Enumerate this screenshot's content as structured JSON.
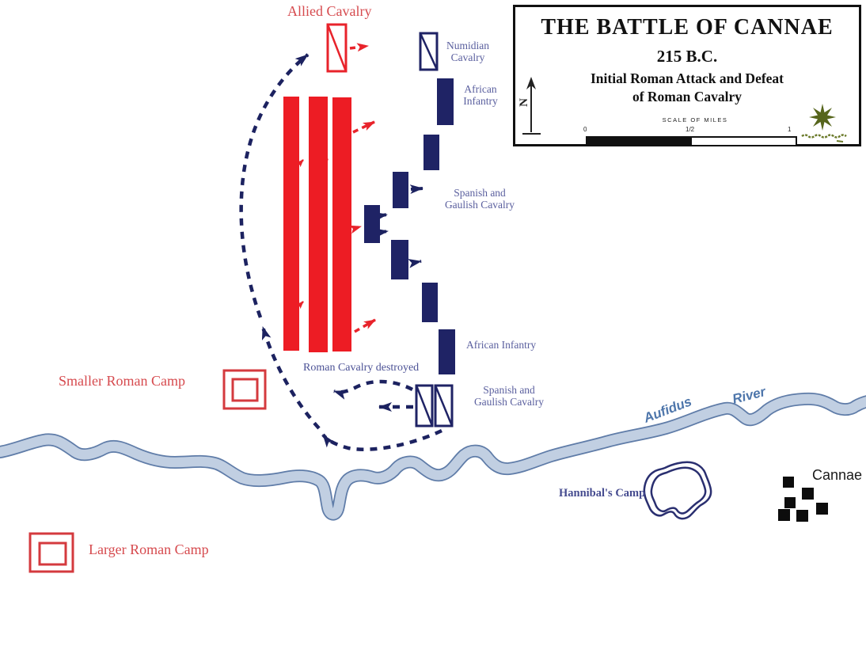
{
  "title_box": {
    "title": "THE BATTLE OF CANNAE",
    "date": "215 B.C.",
    "subtitle_line1": "Initial Roman Attack and Defeat",
    "subtitle_line2": "of Roman Cavalry",
    "north_label": "N",
    "scale_label": "SCALE OF MILES",
    "scale_tick_0": "0",
    "scale_tick_half": "1/2",
    "scale_tick_1": "1"
  },
  "map_labels": {
    "allied_cavalry": "Allied Cavalry",
    "numidian_cavalry_1": "Numidian",
    "numidian_cavalry_2": "Cavalry",
    "african_infantry_upper_1": "African",
    "african_infantry_upper_2": "Infantry",
    "spanish_gaulish_upper_1": "Spanish and",
    "spanish_gaulish_upper_2": "Gaulish Cavalry",
    "african_infantry_lower": "African Infantry",
    "roman_cavalry_destroyed": "Roman Cavalry destroyed",
    "spanish_gaulish_lower_1": "Spanish and",
    "spanish_gaulish_lower_2": "Gaulish Cavalry",
    "smaller_roman_camp": "Smaller Roman Camp",
    "larger_roman_camp": "Larger Roman Camp",
    "hannibals_camp": "Hannibal's Camp",
    "cannae": "Cannae",
    "river_name": "Aufidus",
    "river_word": "River"
  },
  "colors": {
    "roman_unit_red": "#ed1c24",
    "roman_label_red": "#d64a4e",
    "carthaginian_navy": "#1f2365",
    "navy_label": "#5a5f9e",
    "river_fill": "#c1cfe2",
    "river_outline": "#5f7ca8",
    "river_label_blue": "#4e76ab",
    "title_black": "#111111",
    "logo_green": "#56651c"
  }
}
